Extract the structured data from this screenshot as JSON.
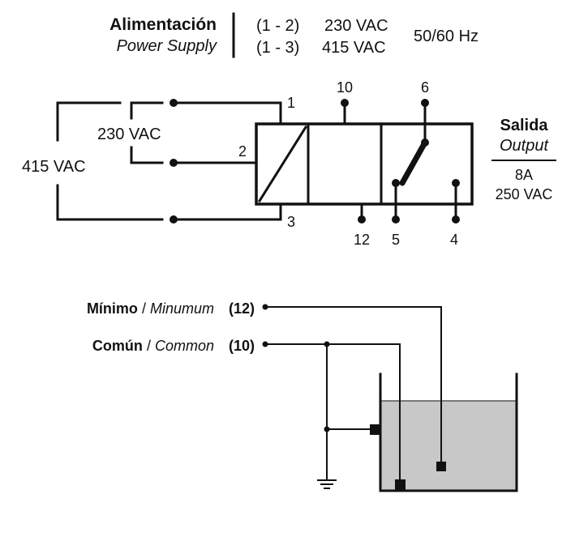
{
  "power_supply": {
    "label_es": "Alimentación",
    "label_en": "Power Supply",
    "row1_terminals": "(1 - 2)",
    "row1_voltage": "230 VAC",
    "row2_terminals": "(1 - 3)",
    "row2_voltage": "415 VAC",
    "frequency": "50/60 Hz"
  },
  "wiring": {
    "input_230": "230 VAC",
    "input_415": "415 VAC",
    "terminal_1": "1",
    "terminal_2": "2",
    "terminal_3": "3",
    "terminal_10": "10",
    "terminal_6": "6",
    "terminal_12": "12",
    "terminal_5": "5",
    "terminal_4": "4"
  },
  "output": {
    "label_es": "Salida",
    "label_en": "Output",
    "current": "8A",
    "voltage": "250 VAC"
  },
  "probes": {
    "minimum_es": "Mínimo",
    "minimum_sep": "/",
    "minimum_en": "Minumum",
    "minimum_terminal": "(12)",
    "common_es": "Común",
    "common_sep": "/",
    "common_en": "Common",
    "common_terminal": "(10)"
  },
  "colors": {
    "line": "#111111",
    "liquid": "#c8c8c8",
    "background": "#ffffff"
  }
}
